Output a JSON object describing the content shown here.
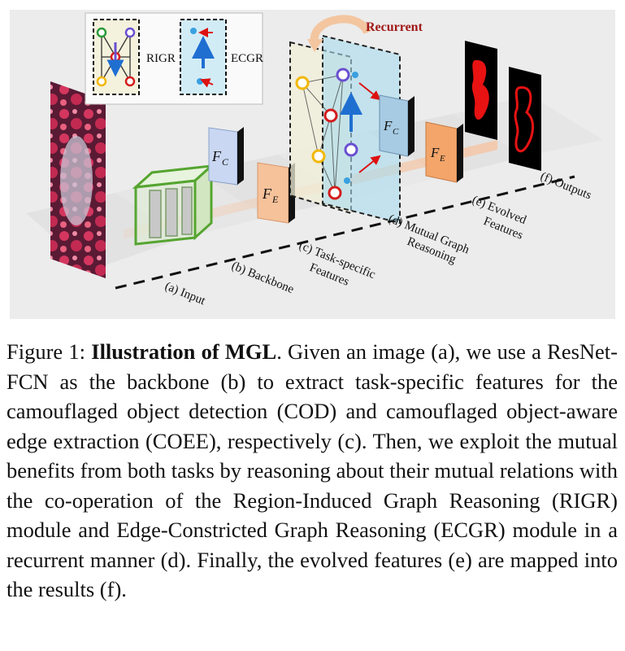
{
  "legend": {
    "rigr_label": "RIGR",
    "ecgr_label": "ECGR"
  },
  "recurrent_label": "Recurrent",
  "features": {
    "fc": "F",
    "fc_sub": "C",
    "fe": "F",
    "fe_sub": "E"
  },
  "stages": [
    "(a) Input",
    "(b) Backbone",
    "(c) Task-specific",
    "Features",
    "(d) Mutual Graph",
    "Reasoning",
    "(e) Evolved",
    "Features",
    "(f) Outputs"
  ],
  "caption": {
    "prefix": "Figure 1: ",
    "title": "Illustration of MGL",
    "body": ". Given an image (a), we use a ResNet-FCN as the backbone (b) to extract task-specific features for the camouflaged object detection (COD) and camouflaged object-aware edge extraction (COEE), respectively (c). Then, we exploit the mutual benefits from both tasks by reasoning about their mutual relations with the co-operation of the Region-Induced Graph Reasoning (RIGR) module and Edge-Constricted Graph Reasoning (ECGR) module in a recurrent manner (d). Finally, the evolved features (e) are mapped into the results (f)."
  },
  "colors": {
    "recurrent": "#a11818",
    "backbone": "#55a530",
    "fc_box": "#c9d7f2",
    "fe_box": "#f6c29a",
    "output_mask": "#e81212"
  }
}
